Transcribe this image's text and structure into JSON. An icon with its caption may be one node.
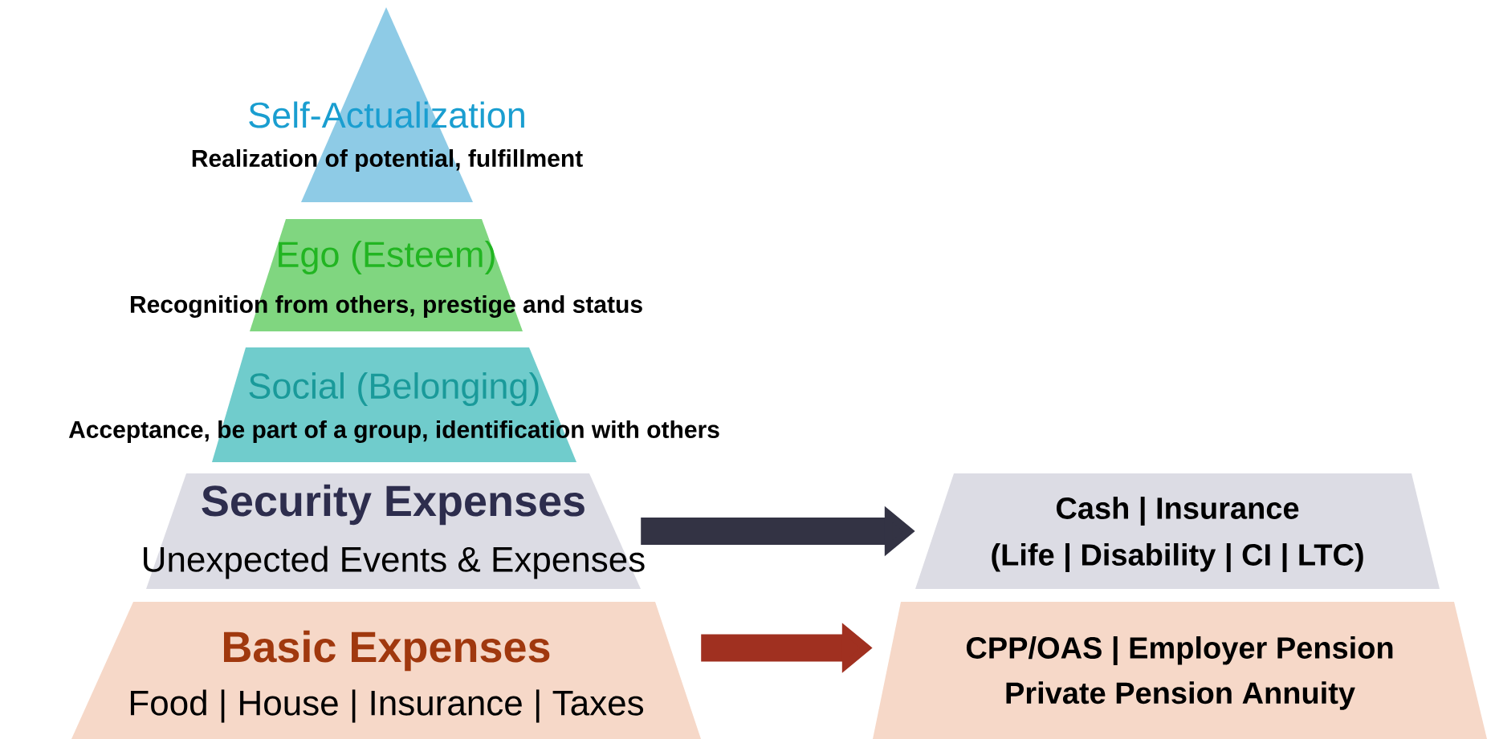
{
  "diagram": {
    "nodes": [
      {
        "text": [
          "Self-Actualization",
          "Realization of potential, fulfillment"
        ]
      },
      {
        "text": [
          "Ego (Esteem)",
          "Recognition from others, prestige and status"
        ]
      },
      {
        "text": [
          "Social (Belonging)",
          "Acceptance, be part of a group, identification with others"
        ]
      },
      {
        "text": [
          "Security Expenses",
          "Unexpected Events & Expenses"
        ]
      },
      {
        "text": [
          "Basic Expenses",
          "Food | House | Insurance | Taxes"
        ]
      },
      {
        "text": [
          "Cash | Insurance",
          "(Life | Disability | CI | LTC)"
        ]
      },
      {
        "text": [
          "CPP/OAS | Employer Pension",
          "Private Pension Annuity"
        ]
      }
    ],
    "edges": [
      {
        "from": 3,
        "to": 5,
        "arrow": "to",
        "color": "#333344"
      },
      {
        "from": 4,
        "to": 6,
        "arrow": "to",
        "color": "#a03020"
      }
    ]
  }
}
